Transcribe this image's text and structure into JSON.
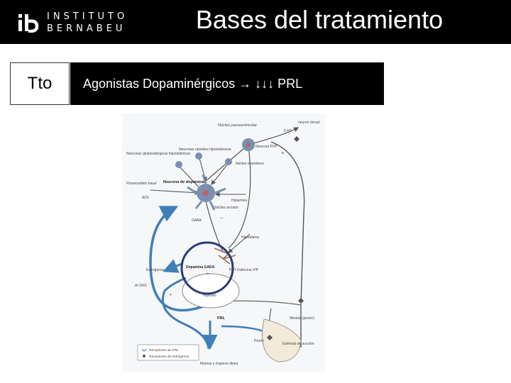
{
  "header": {
    "title": "Bases del tratamiento",
    "logo": {
      "line1": "INSTITUTO",
      "line2": "BERNABEU",
      "mark": "ib"
    }
  },
  "section": {
    "label": "Tto",
    "text": "Agonistas Dopaminérgicos → ↓↓↓ PRL"
  },
  "figure": {
    "labels": {
      "nucleo_paraventricular": "Núcleo paraventricular",
      "neurona_pvp": "Neurona PVP",
      "neuron_dorsal": "neuron dorsal",
      "ht5": "5 HT",
      "neuronas_glutamatergicas": "Neuronas glutamatérgicas hipotalámicas",
      "neuronas_opioides": "Neuronas opioides hipotalámicas",
      "nucleo_mamilares": "Núcleo mamilares",
      "prosencefalo_basal": "Prosencéfalo basal",
      "ach": "ACh",
      "neurona_dopamina": "Neurona de dopamina",
      "histamina": "Histamina",
      "nucleo_arcuato": "Núcleo arcuato",
      "gaba": "GABA",
      "hipotalamo": "Hipotálamo",
      "estrogenos": "Estrógenos",
      "dopamina_gaba": "Dopamina GADA",
      "trh": "TRH Oxitocina VIP",
      "ai_gnc": "AI GNC",
      "hipofisis": "Hipófisis",
      "prl": "PRL",
      "pezon": "Pezón",
      "estimulo_succion": "Estímulo de succión",
      "medular": "Médula (pezón)",
      "legend1": "Receptores de PRL",
      "legend2": "Receptores de estrógenos",
      "mamas": "Mamas y órganos diana",
      "plus": "+",
      "minus": "−"
    },
    "colors": {
      "blue": "#3f7fb8",
      "dark": "#555555",
      "circle": "#2a3b74",
      "neuron": "#7a90b0"
    }
  }
}
